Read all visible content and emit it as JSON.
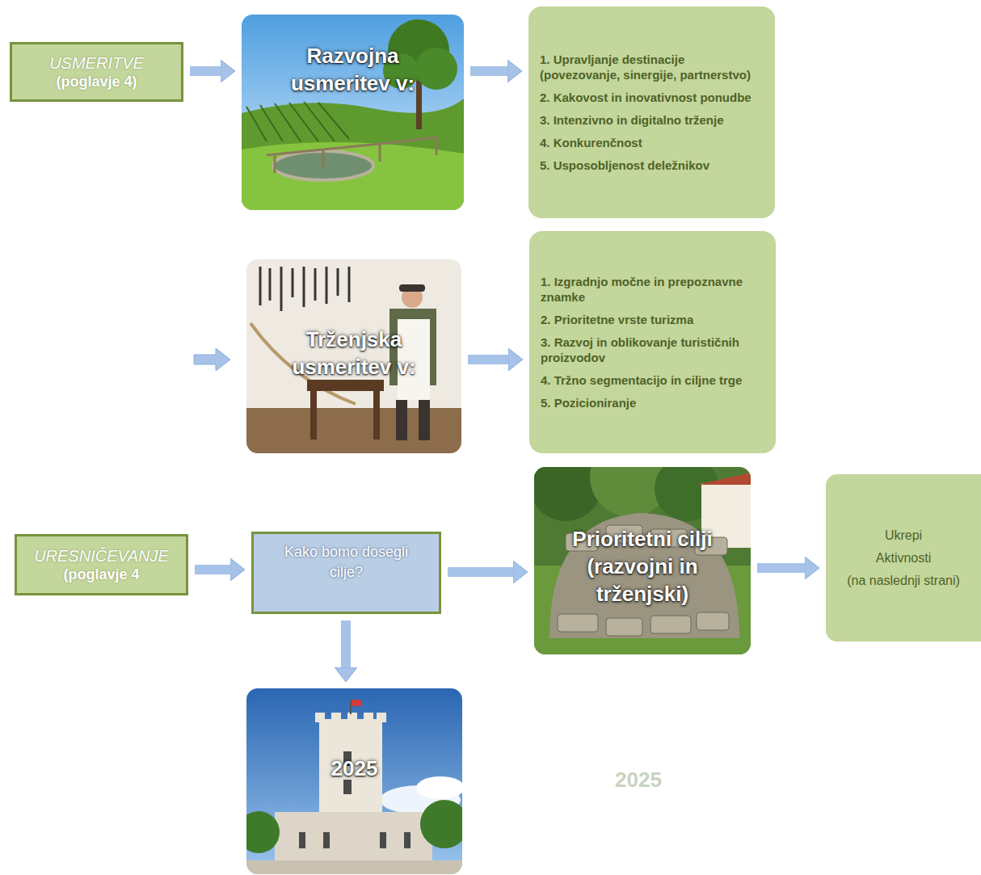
{
  "diagram": {
    "nodes": [
      {
        "text": [
          "USMERITVE",
          "(poglavje 4)"
        ]
      },
      {
        "text": [
          "Razvojna usmeritev v:"
        ]
      },
      {
        "text": [
          "1. Upravljanje destinacije (povezovanje, sinergije, partnerstvo)",
          "2. Kakovost in inovativnost ponudbe",
          "3. Intenzivno in digitalno trženje",
          "4. Konkurenčnost",
          "5. Usposobljenost deležnikov"
        ]
      },
      {
        "text": [
          "Trženjska usmeritev v:"
        ]
      },
      {
        "text": [
          "1. Izgradnjo močne in prepoznavne znamke",
          "2. Prioritetne vrste turizma",
          "3. Razvoj in oblikovanje turističnih proizvodov",
          "4. Tržno segmentacijo in ciljne trge",
          "5. Pozicioniranje"
        ]
      },
      {
        "text": [
          "URESNIČEVANJE",
          "(poglavje 4"
        ]
      },
      {
        "text": [
          "Kako bomo dosegli cilje?"
        ]
      },
      {
        "text": [
          "Prioritetni cilji (razvojni in trženjski)"
        ]
      },
      {
        "text": [
          "Ukrepi",
          "Aktivnosti",
          "(na naslednji strani)"
        ]
      },
      {
        "text": [
          "2025"
        ]
      }
    ],
    "edges": [
      {
        "from": 0,
        "to": 1,
        "arrow": "to"
      },
      {
        "from": 1,
        "to": 2,
        "arrow": "to"
      },
      {
        "from": 3,
        "to": 4,
        "arrow": "to"
      },
      {
        "from": 5,
        "to": 6,
        "arrow": "to"
      },
      {
        "from": 6,
        "to": 7,
        "arrow": "to"
      },
      {
        "from": 7,
        "to": 8,
        "arrow": "to"
      },
      {
        "from": 6,
        "to": 9,
        "arrow": "to"
      }
    ],
    "labels": [
      "2025"
    ]
  }
}
